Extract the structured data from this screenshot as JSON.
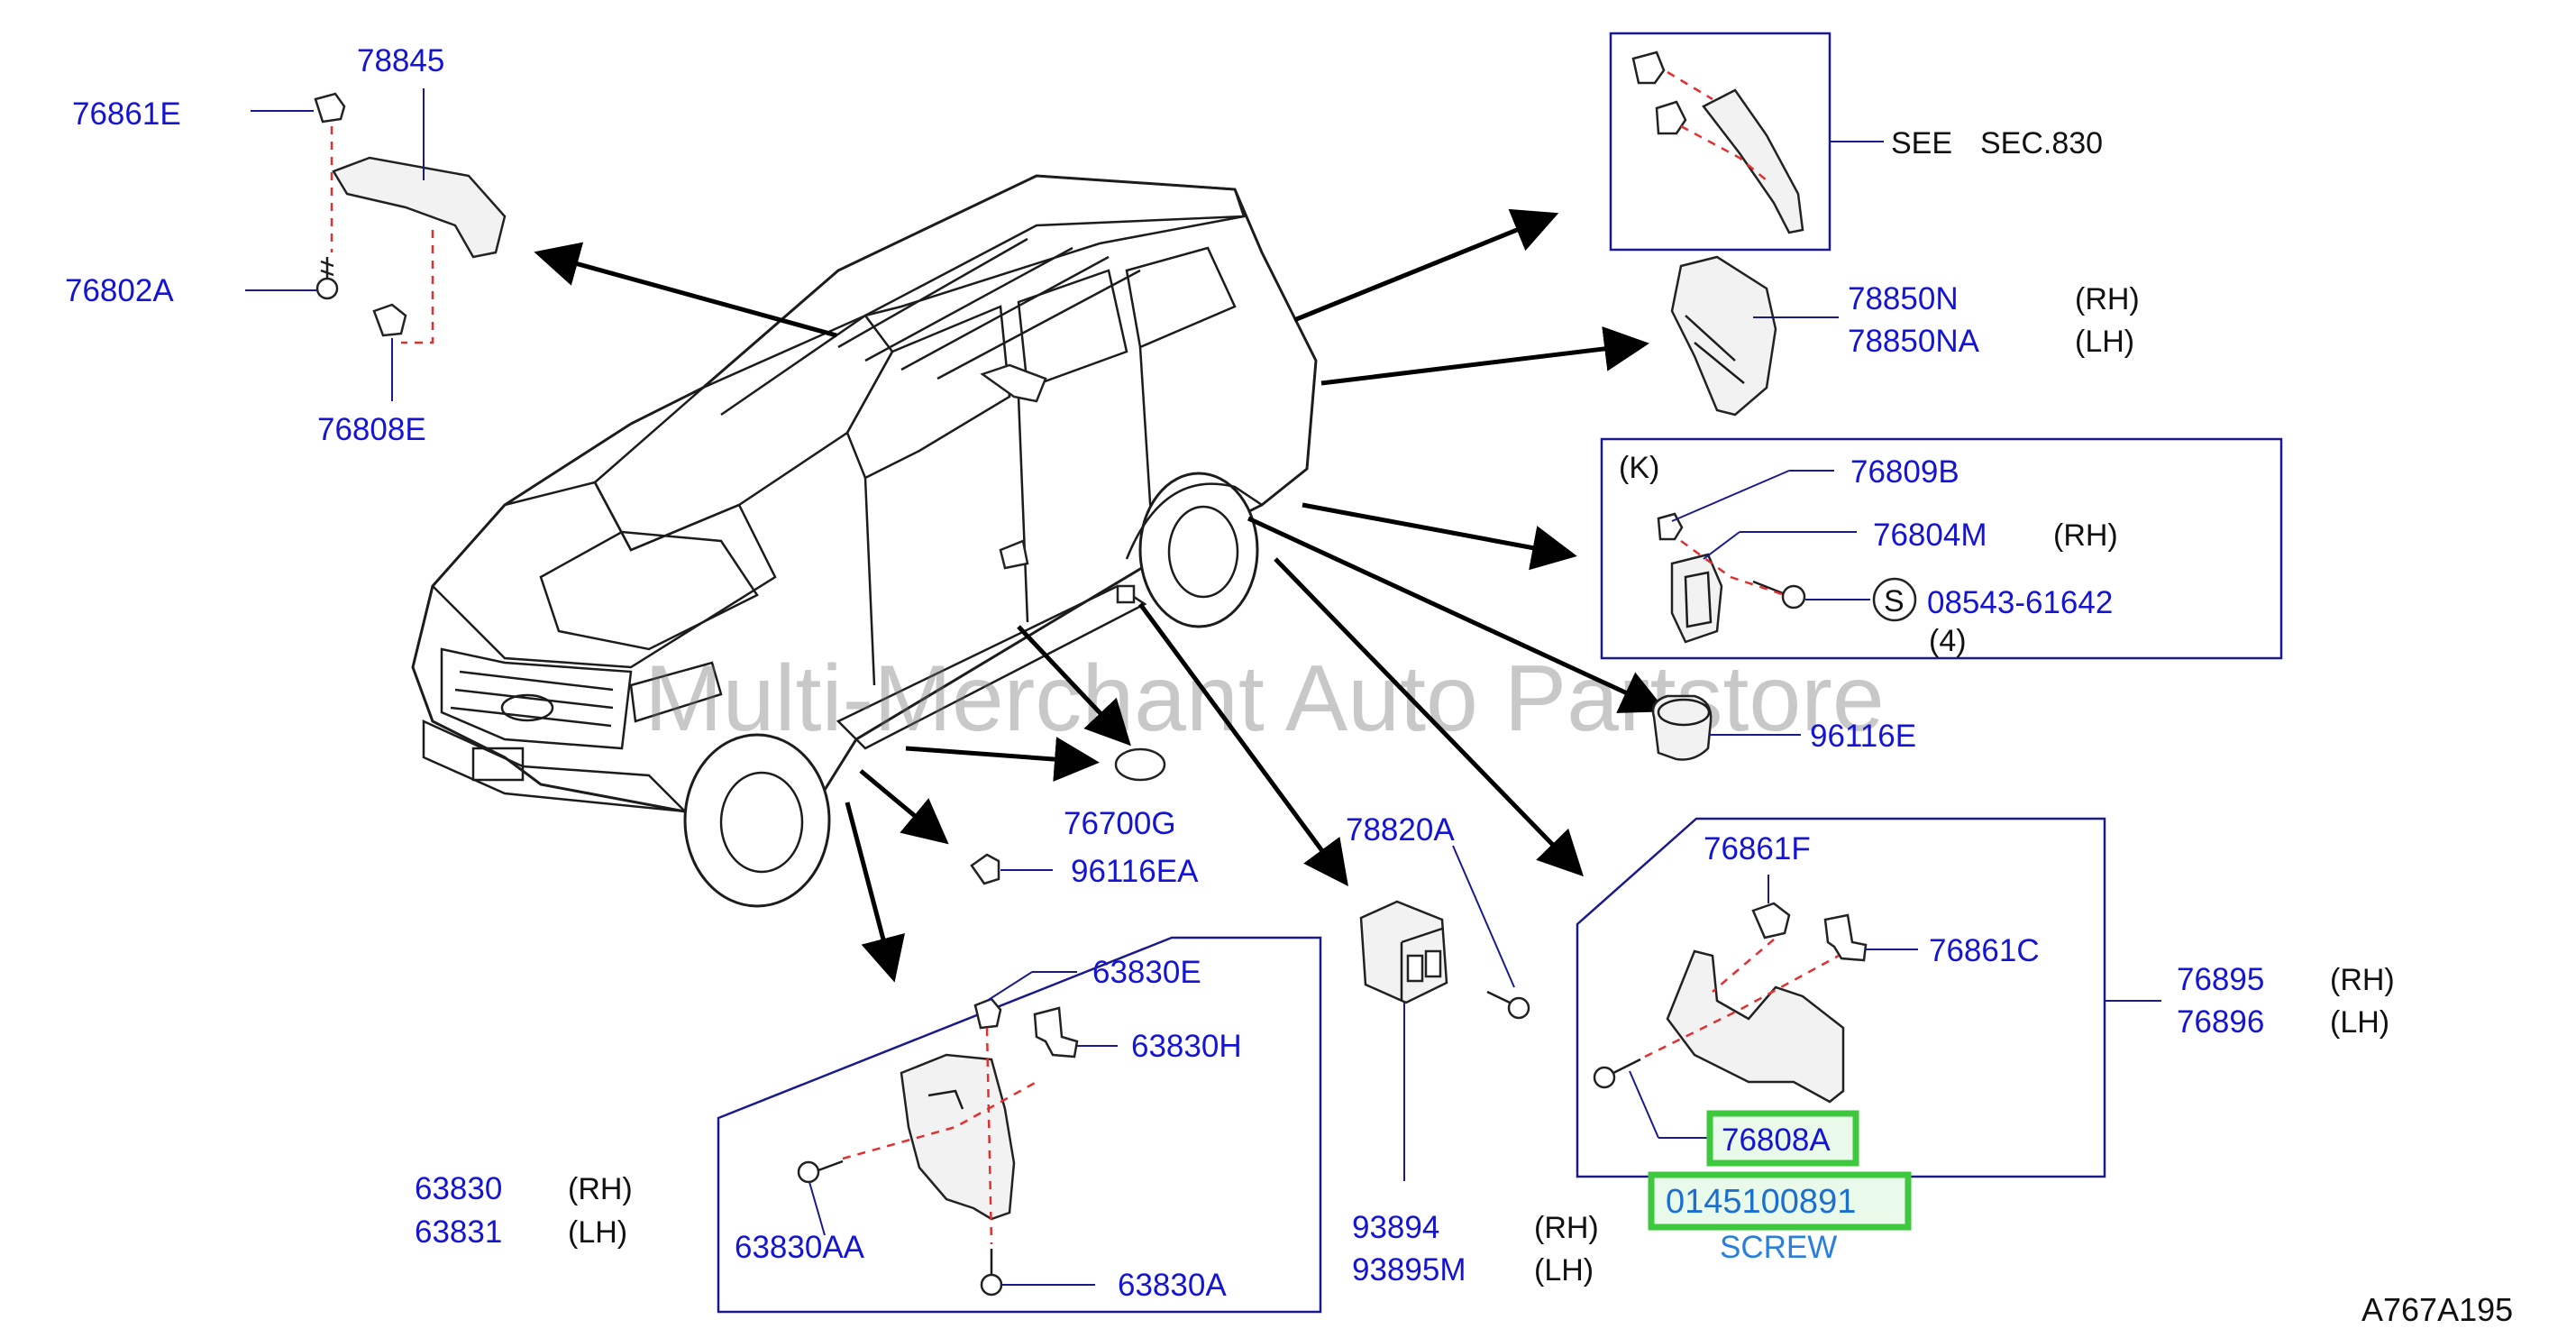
{
  "watermark": "Multi-Merchant Auto Partstore",
  "diagram_ref": "A767A195",
  "roof_group": {
    "p78845": "78845",
    "p76861E": "76861E",
    "p76802A": "76802A",
    "p76808E": "76808E"
  },
  "see_group": {
    "see": "SEE",
    "section": "SEC.830"
  },
  "rear_lamp_group": {
    "p78850N": "78850N",
    "rh": "(RH)",
    "p78850NA": "78850NA",
    "lh": "(LH)"
  },
  "k_group": {
    "k_label": "(K)",
    "p76809B": "76809B",
    "p76804M": "76804M",
    "rh": "(RH)",
    "s_symbol": "S",
    "p08543": "08543-61642",
    "qty": "(4)"
  },
  "p96116E": "96116E",
  "p76700G": "76700G",
  "p96116EA": "96116EA",
  "p78820A": "78820A",
  "p93894": "93894",
  "p93894_side": "(RH)",
  "p93895M": "93895M",
  "p93895M_side": "(LH)",
  "front_flap_group": {
    "p63830E": "63830E",
    "p63830H": "63830H",
    "p63830": "63830",
    "p63830_side": "(RH)",
    "p63831": "63831",
    "p63831_side": "(LH)",
    "p63830AA": "63830AA",
    "p63830A": "63830A"
  },
  "rear_flap_group": {
    "p76861F": "76861F",
    "p76861C": "76861C",
    "p76895": "76895",
    "p76895_side": "(RH)",
    "p76896": "76896",
    "p76896_side": "(LH)",
    "p76808A": "76808A",
    "highlight_number": "0145100891",
    "highlight_name": "SCREW"
  },
  "colors": {
    "part_number": "#1414d2",
    "highlight_border": "#3ec83e",
    "screw_label": "#2a7fdc",
    "dashed_axis": "#e03030"
  }
}
